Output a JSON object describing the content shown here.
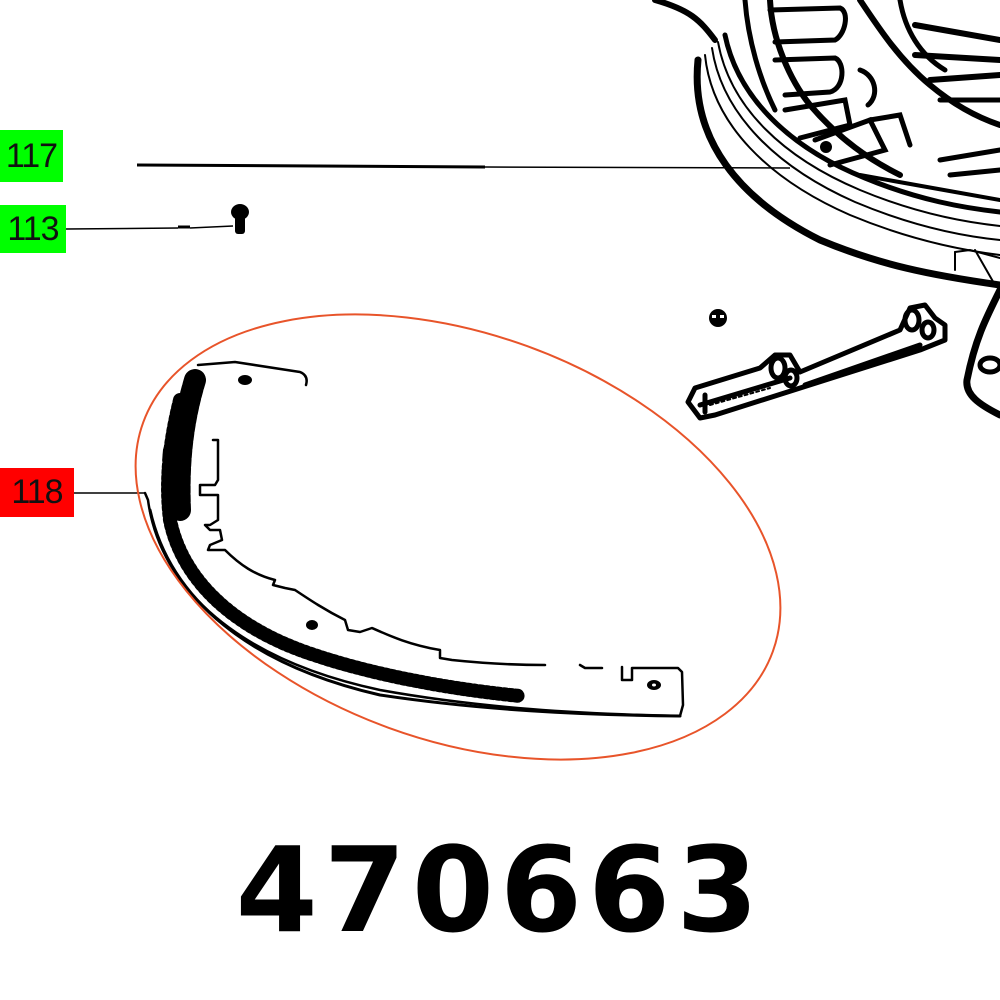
{
  "diagram": {
    "type": "exploded-parts-view",
    "part_number": "470663",
    "highlight_color": "#e8542a",
    "callouts": [
      {
        "id": "117",
        "label": "117",
        "color": "#00ff00",
        "status": "available"
      },
      {
        "id": "113",
        "label": "113",
        "color": "#00ff00",
        "status": "available"
      },
      {
        "id": "118",
        "label": "118",
        "color": "#ff0000",
        "status": "selected"
      }
    ],
    "components": [
      {
        "callout": "117",
        "name": "turntable-ring"
      },
      {
        "callout": "113",
        "name": "screw"
      },
      {
        "callout": "118",
        "name": "angle-scale"
      }
    ]
  }
}
